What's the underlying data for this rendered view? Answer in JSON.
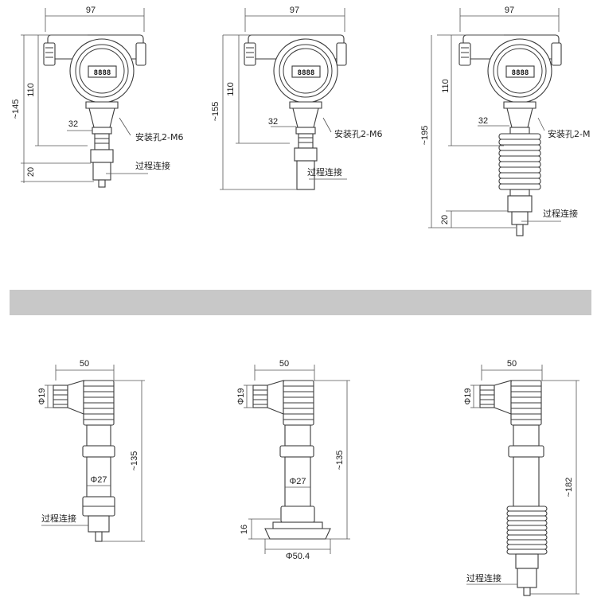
{
  "separator_color": "#c8c8c8",
  "line_color": "#3a3a3a",
  "top_row": [
    {
      "width_dim": "97",
      "head_height_dim": "110",
      "total_height_dim": "~145",
      "hex_dim": "32",
      "mount_note": "安装孔2-M6",
      "process_dim": "20",
      "process_note": "过程连接",
      "display": "8888"
    },
    {
      "width_dim": "97",
      "head_height_dim": "110",
      "total_height_dim": "~155",
      "hex_dim": "32",
      "mount_note": "安装孔2-M6",
      "process_note": "过程连接",
      "display": "8888"
    },
    {
      "width_dim": "97",
      "head_height_dim": "110",
      "total_height_dim": "~195",
      "hex_dim": "32",
      "mount_note": "安装孔2-M",
      "process_dim": "20",
      "process_note": "过程连接",
      "display": "8888"
    }
  ],
  "bottom_row": [
    {
      "width_dim": "50",
      "connector_dim": "Φ19",
      "body_dim": "Φ27",
      "total_height_dim": "~135",
      "process_note": "过程连接"
    },
    {
      "width_dim": "50",
      "connector_dim": "Φ19",
      "body_dim": "Φ27",
      "total_height_dim": "~135",
      "flange_height_dim": "16",
      "flange_dim": "Φ50.4"
    },
    {
      "width_dim": "50",
      "connector_dim": "Φ19",
      "total_height_dim": "~182",
      "process_note": "过程连接"
    }
  ]
}
